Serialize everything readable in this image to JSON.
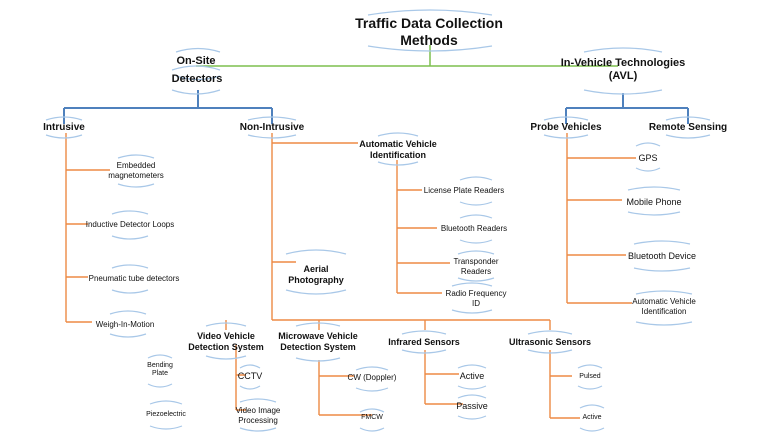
{
  "title_line1": "Traffic Data Collection",
  "title_line2": "Methods",
  "on_site": "On-Site",
  "detectors": "Detectors",
  "in_vehicle_line1": "In-Vehicle Technologies",
  "in_vehicle_line2": "(AVL)",
  "intrusive": "Intrusive",
  "embedded_line1": "Embedded",
  "embedded_line2": "magnetometers",
  "inductive": "Inductive Detector Loops",
  "pneumatic": "Pneumatic tube detectors",
  "weigh": "Weigh-In-Motion",
  "bending_line1": "Bending",
  "bending_line2": "Plate",
  "piezo": "Piezoelectric",
  "non_intrusive": "Non-Intrusive",
  "avi_line1": "Automatic Vehicle",
  "avi_line2": "Identification",
  "license": "License Plate Readers",
  "bt_readers": "Bluetooth Readers",
  "transponder_line1": "Transponder",
  "transponder_line2": "Readers",
  "rfid_line1": "Radio Frequency",
  "rfid_line2": "ID",
  "aerial_line1": "Aerial",
  "aerial_line2": "Photography",
  "video_line1": "Video Vehicle",
  "video_line2": "Detection System",
  "cctv": "CCTV",
  "vip_line1": "Video Image",
  "vip_line2": "Processing",
  "microwave_line1": "Microwave Vehicle",
  "microwave_line2": "Detection System",
  "cw": "CW (Doppler)",
  "fmcw": "FMCW",
  "infrared": "Infrared Sensors",
  "active_ir": "Active",
  "passive_ir": "Passive",
  "ultrasonic": "Ultrasonic Sensors",
  "pulsed": "Pulsed",
  "active_us": "Active",
  "probe": "Probe Vehicles",
  "remote": "Remote Sensing",
  "gps": "GPS",
  "mobile": "Mobile Phone",
  "bt_device": "Bluetooth Device",
  "avi2_line1": "Automatic Vehicle",
  "avi2_line2": "Identification",
  "colors": {
    "green": "#7dbf4f",
    "blue": "#4f81bd",
    "orange": "#ed8a45",
    "bubble": "#a9c8e8"
  }
}
